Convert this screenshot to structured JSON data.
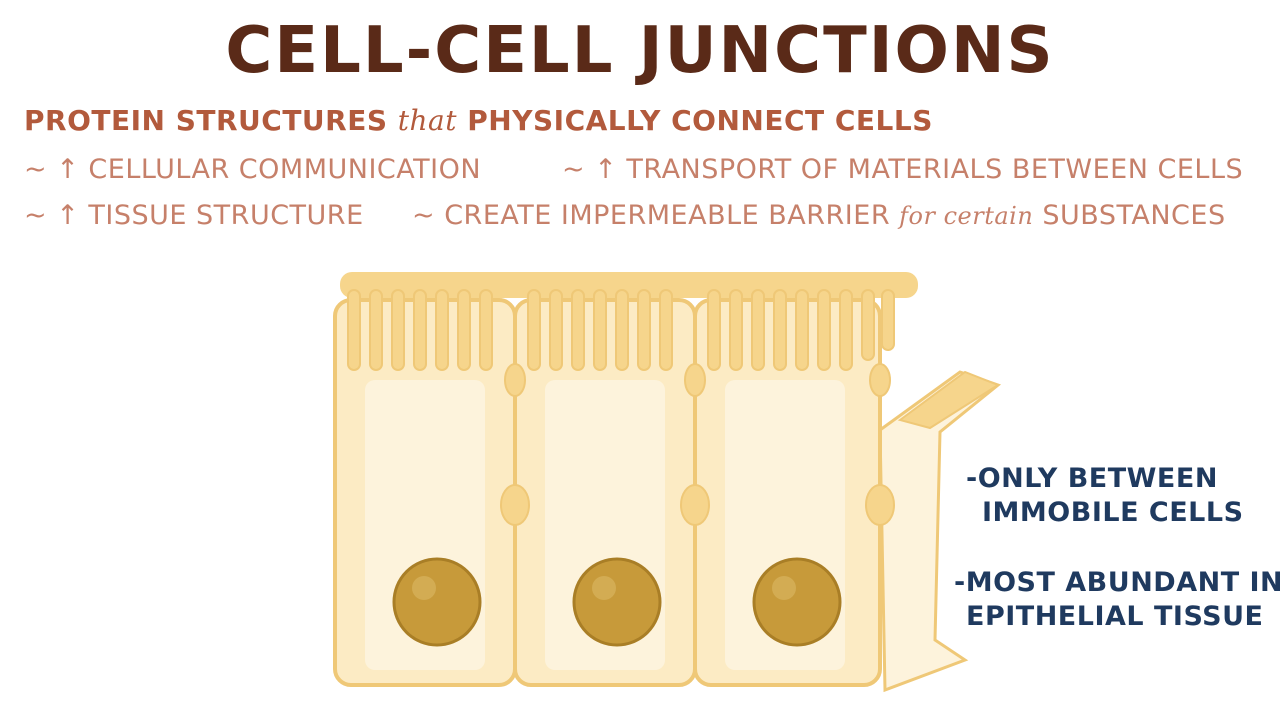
{
  "title": "CELL-CELL JUNCTIONS",
  "subtitle": {
    "part1": "PROTEIN STRUCTURES ",
    "part2": "that",
    "part3": " PHYSICALLY CONNECT CELLS"
  },
  "bullets": {
    "b1": "~ ↑ CELLULAR COMMUNICATION",
    "b2": "~ ↑ TRANSPORT OF MATERIALS BETWEEN CELLS",
    "b3": "~ ↑ TISSUE STRUCTURE",
    "b4_part1": "~ CREATE IMPERMEABLE BARRIER ",
    "b4_part2": "for certain",
    "b4_part3": " SUBSTANCES"
  },
  "notes": {
    "n1_line1": "-ONLY BETWEEN",
    "n1_line2": "IMMOBILE CELLS",
    "n2_line1": "-MOST ABUNDANT IN",
    "n2_line2": "EPITHELIAL TISSUE"
  },
  "colors": {
    "title": "#5a2a18",
    "subtitle": "#b25a3c",
    "bullets": "#c6806a",
    "notes": "#1f3a5f",
    "cell_fill": "#fcebc4",
    "cell_outline": "#efc877",
    "nucleus": "#c79a3a"
  }
}
